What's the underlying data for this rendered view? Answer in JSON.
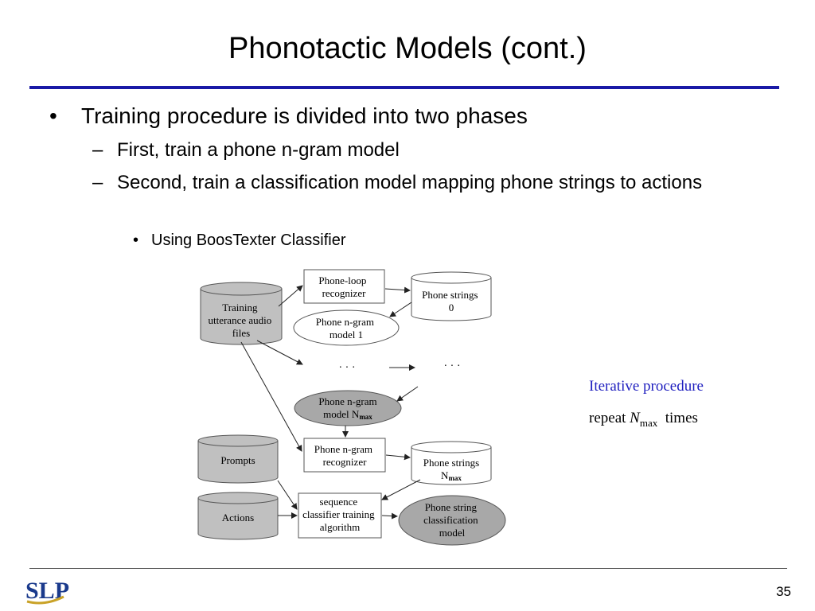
{
  "slide": {
    "title": "Phonotactic Models (cont.)",
    "page_number": "35"
  },
  "bullets": {
    "level1": {
      "mark": "•",
      "text": "Training procedure is divided into two phases"
    },
    "level2": [
      {
        "mark": "–",
        "text": "First, train a phone n-gram model"
      },
      {
        "mark": "–",
        "text": "Second, train a classification model mapping phone strings to actions"
      }
    ],
    "level3": {
      "mark": "•",
      "text": "Using BoosTexter Classifier"
    }
  },
  "diagram": {
    "training_files": [
      "Training",
      "utterance audio",
      "files"
    ],
    "phone_loop": [
      "Phone-loop",
      "recognizer"
    ],
    "phone_strings_0": [
      "Phone strings",
      "0"
    ],
    "ngram_model_1": [
      "Phone n-gram",
      "model 1"
    ],
    "ellipsis_left": "· · ·",
    "ellipsis_right": "· · ·",
    "ngram_model_n": {
      "line1": "Phone n-gram",
      "line2": "model  N",
      "sub": "max"
    },
    "ngram_recognizer": [
      "Phone n-gram",
      "recognizer"
    ],
    "phone_strings_n": {
      "line1": "Phone strings",
      "line2": "N",
      "sub": "max"
    },
    "prompts": "Prompts",
    "actions": "Actions",
    "sequence_classifier": [
      "sequence",
      "classifier training",
      "algorithm"
    ],
    "classification_model": [
      "Phone string",
      "classification",
      "model"
    ]
  },
  "side_note": {
    "title": "Iterative procedure",
    "repeat_word": "repeat",
    "n_symbol": "N",
    "n_sub": "max",
    "times_word": "times"
  },
  "colors": {
    "title_rule": "#1a1aa6",
    "side_title": "#1f1fbf",
    "shape_gray": "#c0c0c0",
    "logo_blue": "#1a3a8c",
    "logo_gold": "#c9a227"
  },
  "logo_text": "SLP"
}
